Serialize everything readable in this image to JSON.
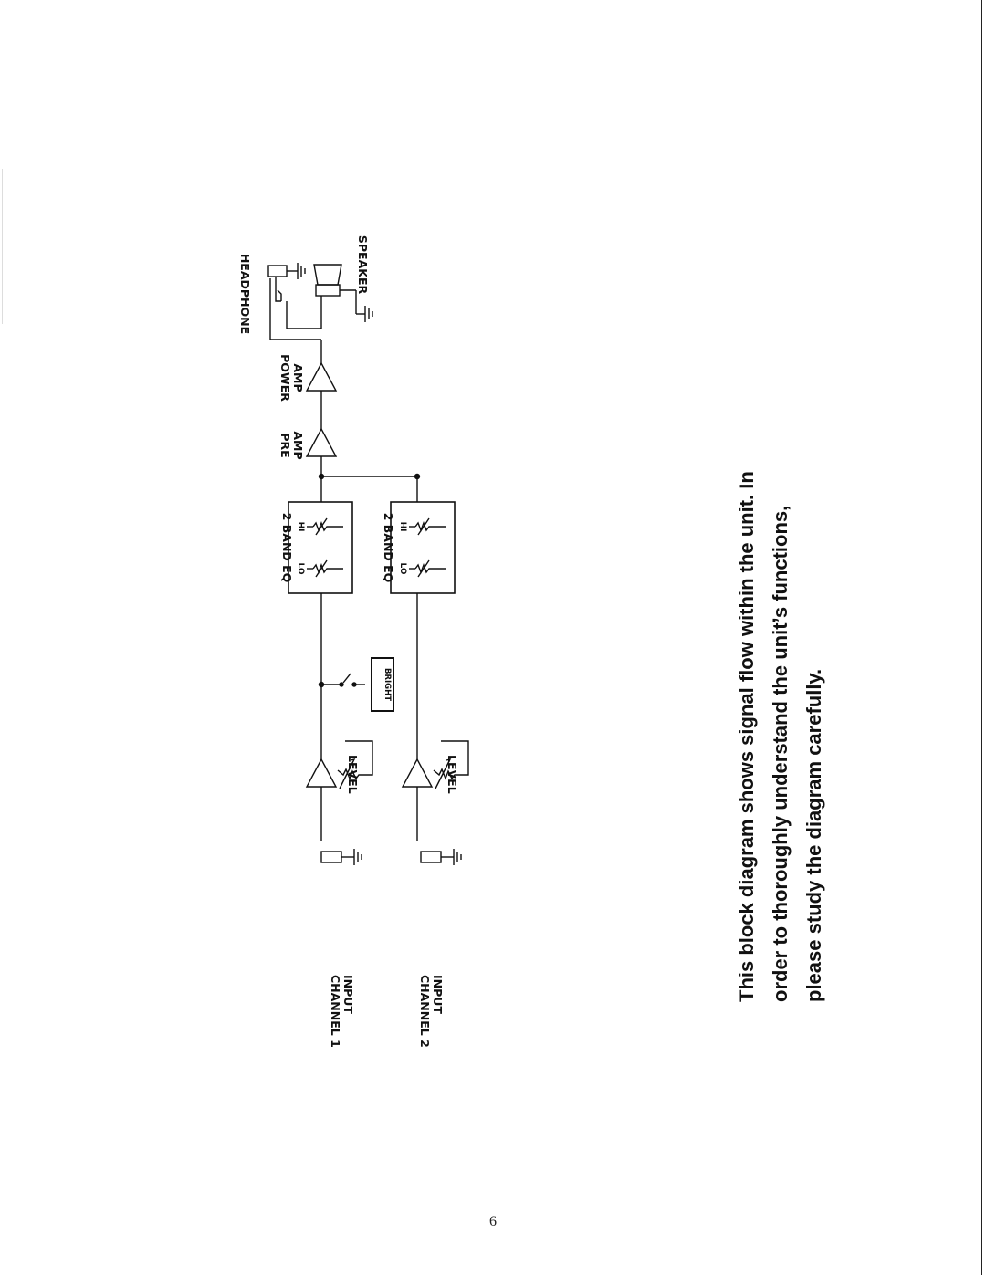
{
  "diagram": {
    "labels": {
      "channel1": "CHANNEL 1",
      "channel2": "CHANNEL 2",
      "input": "INPUT",
      "level": "LEVEL",
      "bright": "BRIGHT",
      "band_eq": "2 BAND EQ",
      "lo": "LO",
      "hi": "HI",
      "pre": "PRE",
      "power": "POWER",
      "amp": "AMP",
      "headphone": "HEADPHONE",
      "speaker": "SPEAKER"
    },
    "caption": {
      "line1": "This block diagram shows signal flow within the unit.  In",
      "line2": "order to thoroughly understand the unit’s functions,",
      "line3": "please study the diagram carefully."
    }
  },
  "page_number": "6"
}
